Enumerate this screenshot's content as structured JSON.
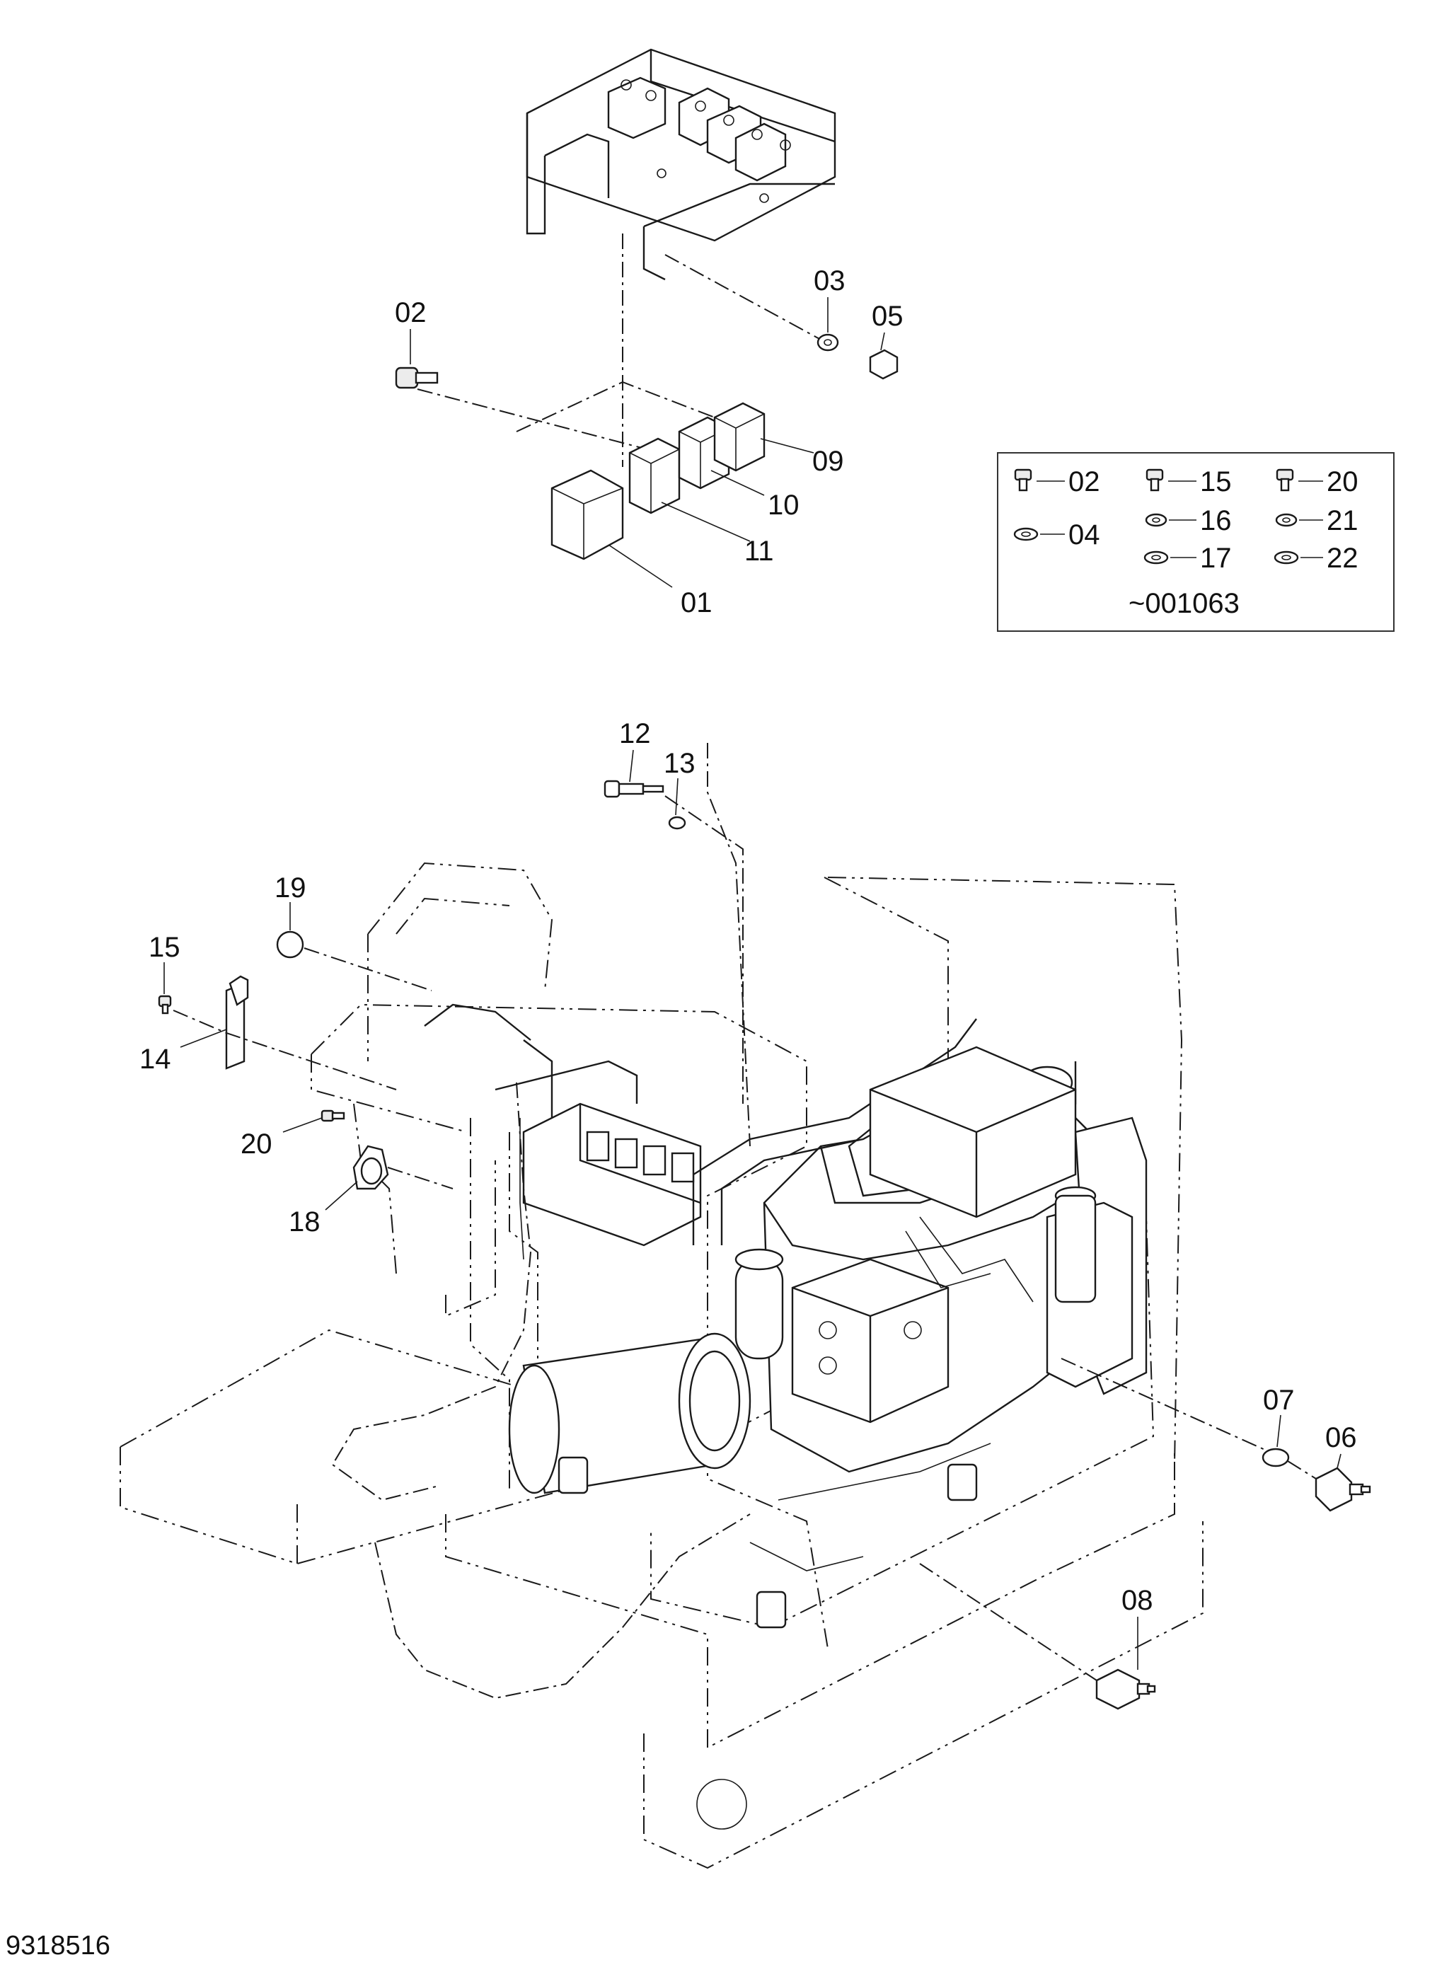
{
  "figure_number": "9318516",
  "callouts": [
    {
      "id": "c01",
      "label": "01"
    },
    {
      "id": "c02",
      "label": "02"
    },
    {
      "id": "c03",
      "label": "03"
    },
    {
      "id": "c05",
      "label": "05"
    },
    {
      "id": "c09",
      "label": "09"
    },
    {
      "id": "c10",
      "label": "10"
    },
    {
      "id": "c11",
      "label": "11"
    },
    {
      "id": "c12",
      "label": "12"
    },
    {
      "id": "c13",
      "label": "13"
    },
    {
      "id": "c19",
      "label": "19"
    },
    {
      "id": "c15",
      "label": "15"
    },
    {
      "id": "c14",
      "label": "14"
    },
    {
      "id": "c20",
      "label": "20"
    },
    {
      "id": "c18",
      "label": "18"
    },
    {
      "id": "c07",
      "label": "07"
    },
    {
      "id": "c06",
      "label": "06"
    },
    {
      "id": "c08",
      "label": "08"
    }
  ],
  "legend": {
    "items": [
      {
        "label": "02",
        "icon": "bolt-icon"
      },
      {
        "label": "15",
        "icon": "bolt-icon"
      },
      {
        "label": "20",
        "icon": "bolt-icon"
      },
      {
        "label": "04",
        "icon": "flat-washer-icon"
      },
      {
        "label": "16",
        "icon": "spring-washer-icon"
      },
      {
        "label": "21",
        "icon": "spring-washer-icon"
      },
      {
        "label": "17",
        "icon": "flat-washer-icon"
      },
      {
        "label": "22",
        "icon": "flat-washer-icon"
      }
    ],
    "serial_note": "~001063"
  }
}
